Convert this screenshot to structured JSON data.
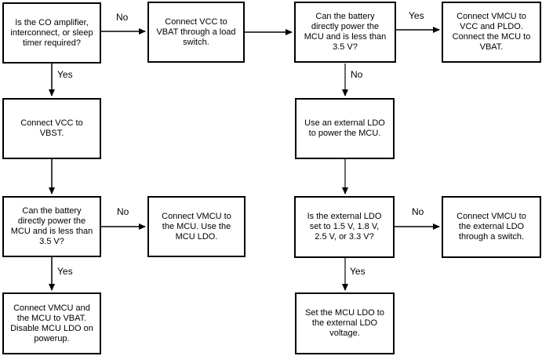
{
  "diagram": {
    "type": "flowchart",
    "background": "#ffffff",
    "colors": {
      "box_fill": "#ffffff",
      "box_border": "#000000",
      "text": "#000000",
      "connector_black": "#000000",
      "connector_gray": "#696969"
    },
    "nodes": [
      {
        "id": "q-co-amplifier",
        "text": "Is the CO amplifier,\ninterconnect, or sleep\ntimer required?"
      },
      {
        "id": "connect-vcc-vbat",
        "text": "Connect VCC to\nVBAT through a load\nswitch."
      },
      {
        "id": "q-battery-top",
        "text": "Can the battery\ndirectly power the\nMCU and is less than\n3.5 V?"
      },
      {
        "id": "connect-vmcu-vcc-pldo",
        "text": "Connect VMCU to\nVCC and PLDO.\nConnect the MCU to\nVBAT."
      },
      {
        "id": "connect-vcc-vbst",
        "text": "Connect VCC to\nVBST."
      },
      {
        "id": "use-external-ldo",
        "text": "Use an external LDO\nto power the MCU."
      },
      {
        "id": "q-battery-left",
        "text": "Can the battery\ndirectly power the\nMCU and is less than\n3.5 V?"
      },
      {
        "id": "connect-vmcu-mcu-ldo",
        "text": "Connect VMCU to\nthe MCU. Use the\nMCU LDO."
      },
      {
        "id": "q-external-ldo-set",
        "text": "Is the external LDO\nset to 1.5 V, 1.8 V,\n2.5 V, or 3.3 V?"
      },
      {
        "id": "connect-vmcu-ext-switch",
        "text": "Connect VMCU to\nthe external LDO\nthrough a switch."
      },
      {
        "id": "connect-vmcu-vbat",
        "text": "Connect VMCU and\nthe MCU to VBAT.\nDisable MCU LDO on\npowerup."
      },
      {
        "id": "set-mcu-ldo-voltage",
        "text": "Set the MCU LDO to\nthe external LDO\nvoltage."
      }
    ],
    "edges": [
      {
        "from": "q-co-amplifier",
        "to": "connect-vcc-vbat",
        "label": "No",
        "color": "black"
      },
      {
        "from": "connect-vcc-vbat",
        "to": "q-battery-top",
        "label": "",
        "color": "black"
      },
      {
        "from": "q-battery-top",
        "to": "connect-vmcu-vcc-pldo",
        "label": "Yes",
        "color": "black"
      },
      {
        "from": "q-co-amplifier",
        "to": "connect-vcc-vbst",
        "label": "Yes",
        "color": "black"
      },
      {
        "from": "connect-vcc-vbst",
        "to": "q-battery-left",
        "label": "",
        "color": "black"
      },
      {
        "from": "q-battery-left",
        "to": "connect-vmcu-mcu-ldo",
        "label": "No",
        "color": "black"
      },
      {
        "from": "q-battery-left",
        "to": "connect-vmcu-vbat",
        "label": "Yes",
        "color": "black"
      },
      {
        "from": "q-battery-top",
        "to": "use-external-ldo",
        "label": "No",
        "color": "gray"
      },
      {
        "from": "use-external-ldo",
        "to": "q-external-ldo-set",
        "label": "",
        "color": "gray"
      },
      {
        "from": "q-external-ldo-set",
        "to": "connect-vmcu-ext-switch",
        "label": "No",
        "color": "black"
      },
      {
        "from": "q-external-ldo-set",
        "to": "set-mcu-ldo-voltage",
        "label": "Yes",
        "color": "gray"
      }
    ],
    "edge_labels": [
      {
        "text": "No"
      },
      {
        "text": "Yes"
      },
      {
        "text": "Yes"
      },
      {
        "text": "No"
      },
      {
        "text": "No"
      },
      {
        "text": "No"
      },
      {
        "text": "Yes"
      },
      {
        "text": "Yes"
      }
    ]
  }
}
